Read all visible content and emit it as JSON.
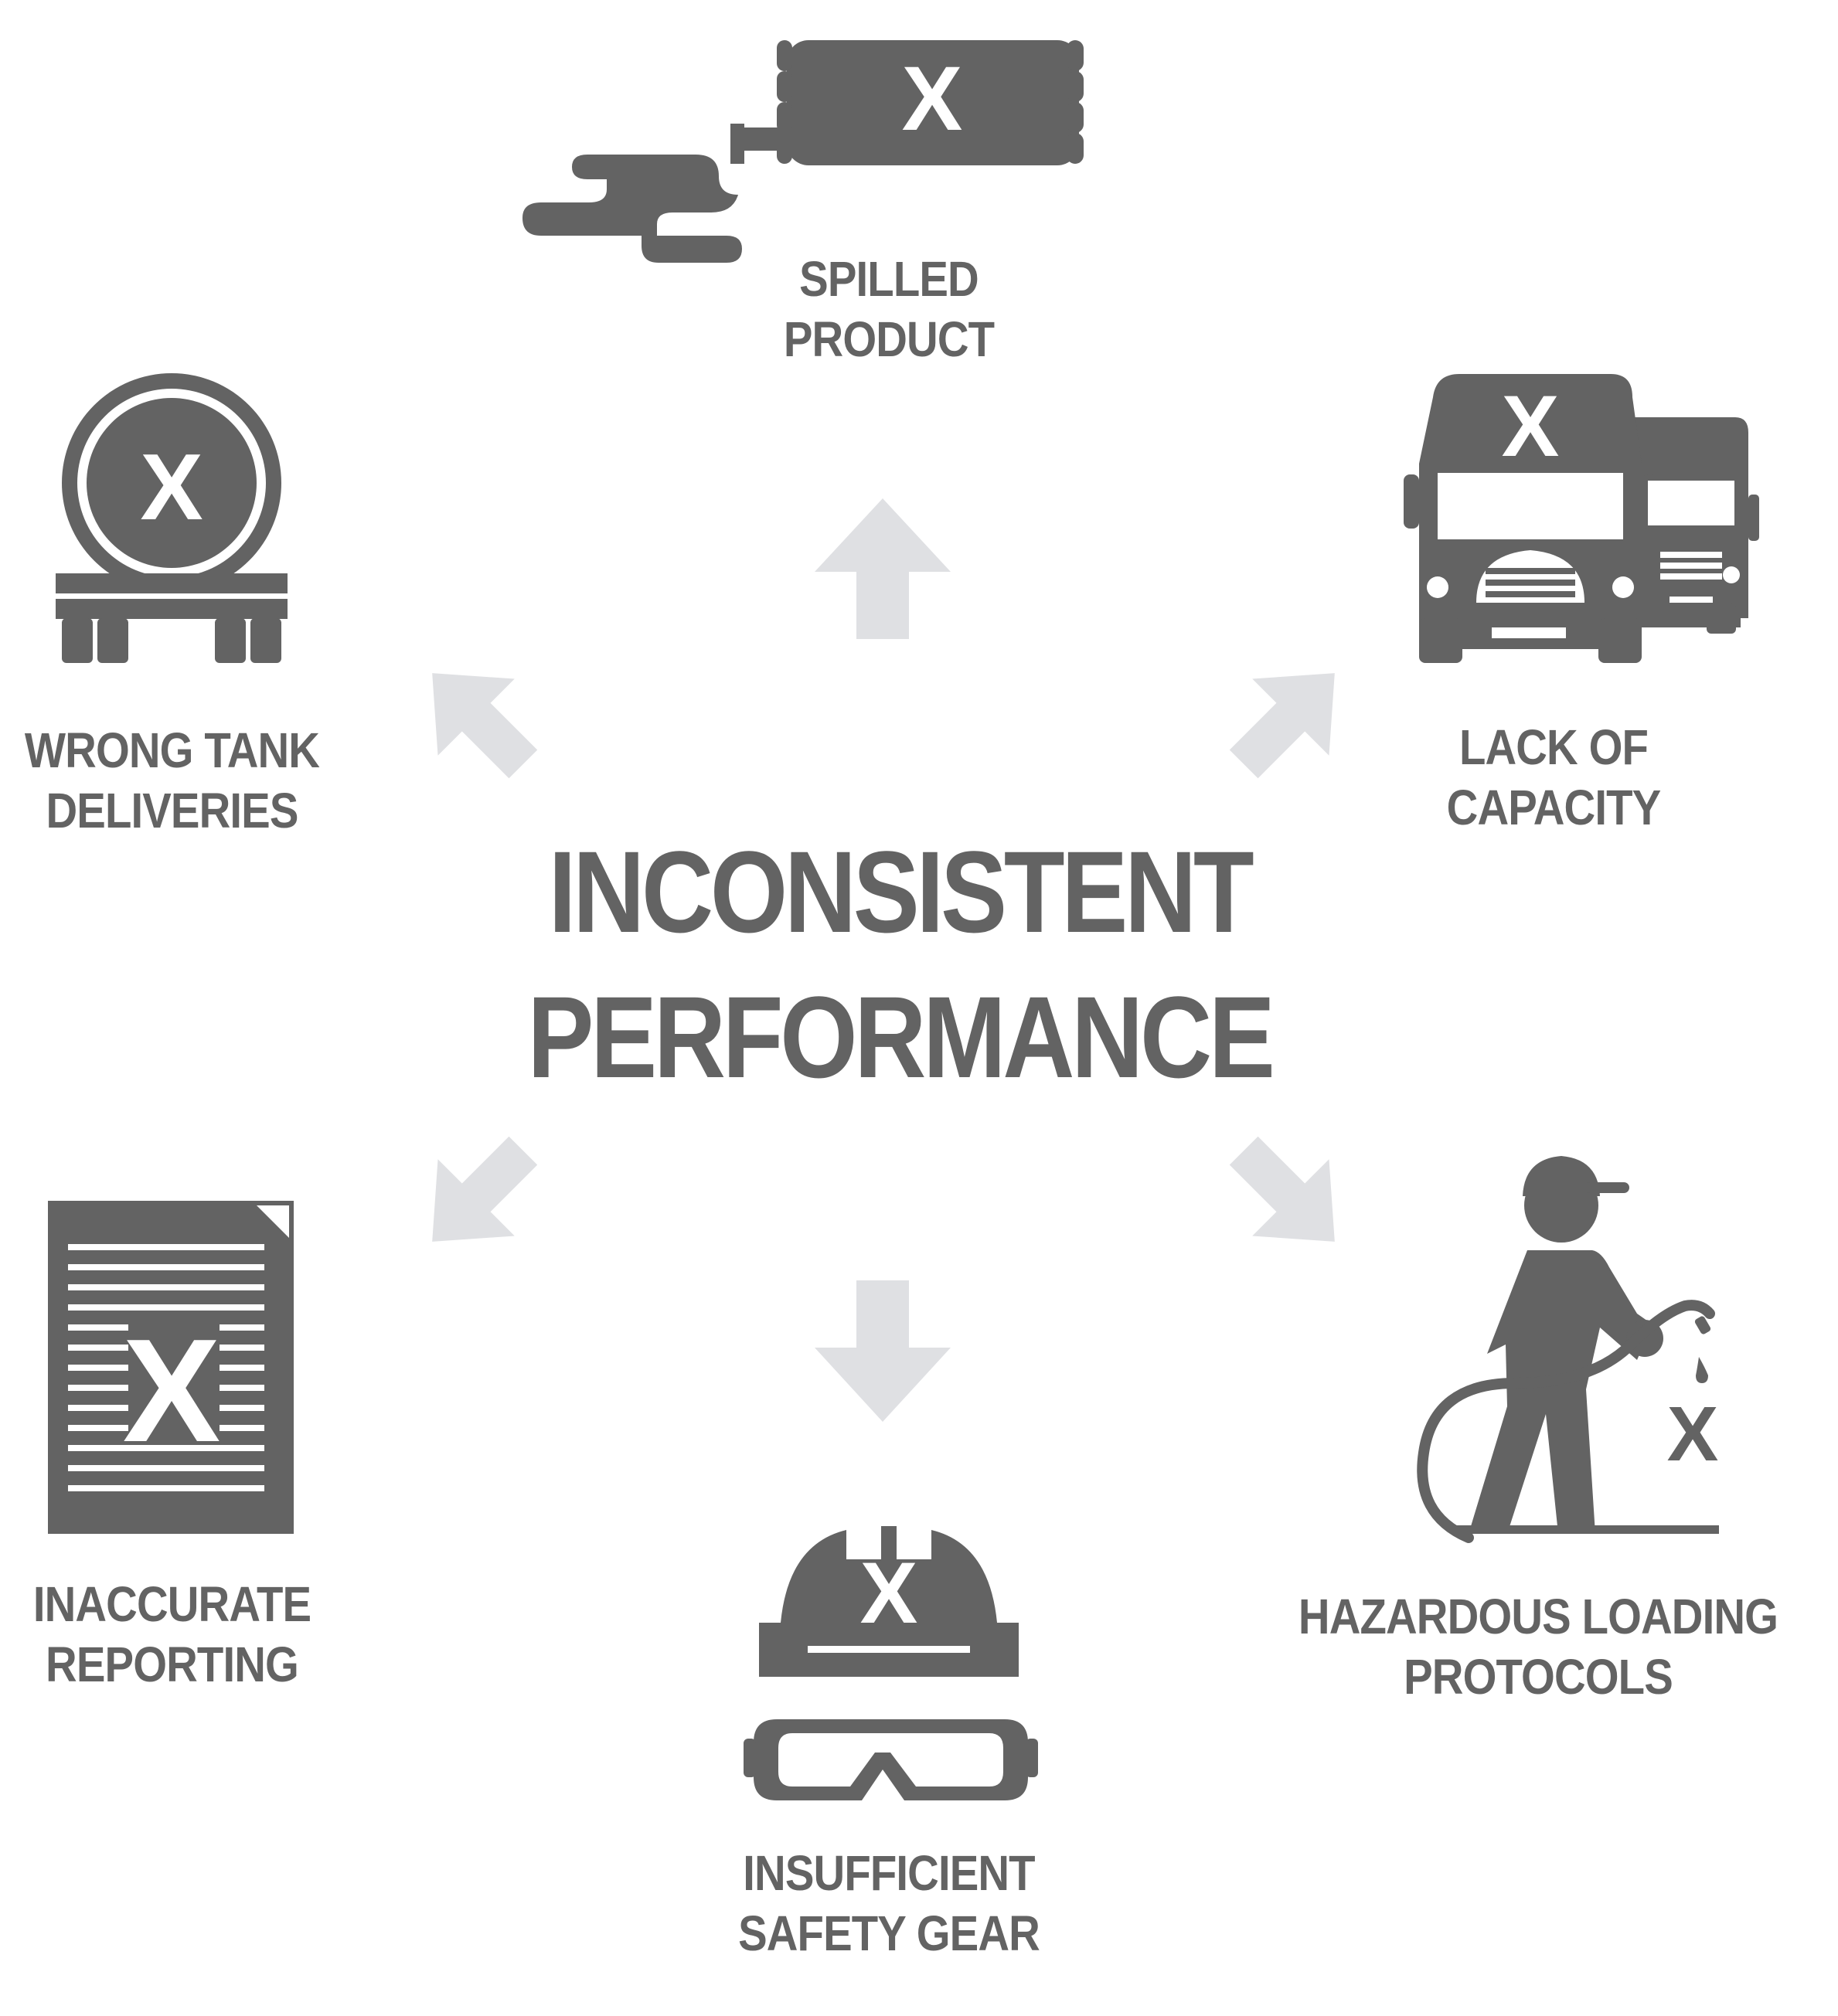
{
  "center": {
    "line1": "INCONSISTENT",
    "line2": "PERFORMANCE"
  },
  "items": {
    "spilled": {
      "line1": "SPILLED",
      "line2": "PRODUCT",
      "icon": "hose-spill-icon"
    },
    "capacity": {
      "line1": "LACK OF",
      "line2": "CAPACITY",
      "icon": "trucks-icon"
    },
    "hazardous": {
      "line1": "HAZARDOUS LOADING",
      "line2": "PROTOCOLS",
      "icon": "worker-hose-icon"
    },
    "safety": {
      "line1": "INSUFFICIENT",
      "line2": "SAFETY GEAR",
      "icon": "hardhat-goggles-icon"
    },
    "reporting": {
      "line1": "INACCURATE",
      "line2": "REPORTING",
      "icon": "document-icon"
    },
    "tank": {
      "line1": "WRONG TANK",
      "line2": "DELIVERIES",
      "icon": "tank-car-icon"
    }
  },
  "mark": "X",
  "colors": {
    "icon": "#636363",
    "arrow": "#dfe0e3",
    "background": "#ffffff"
  }
}
